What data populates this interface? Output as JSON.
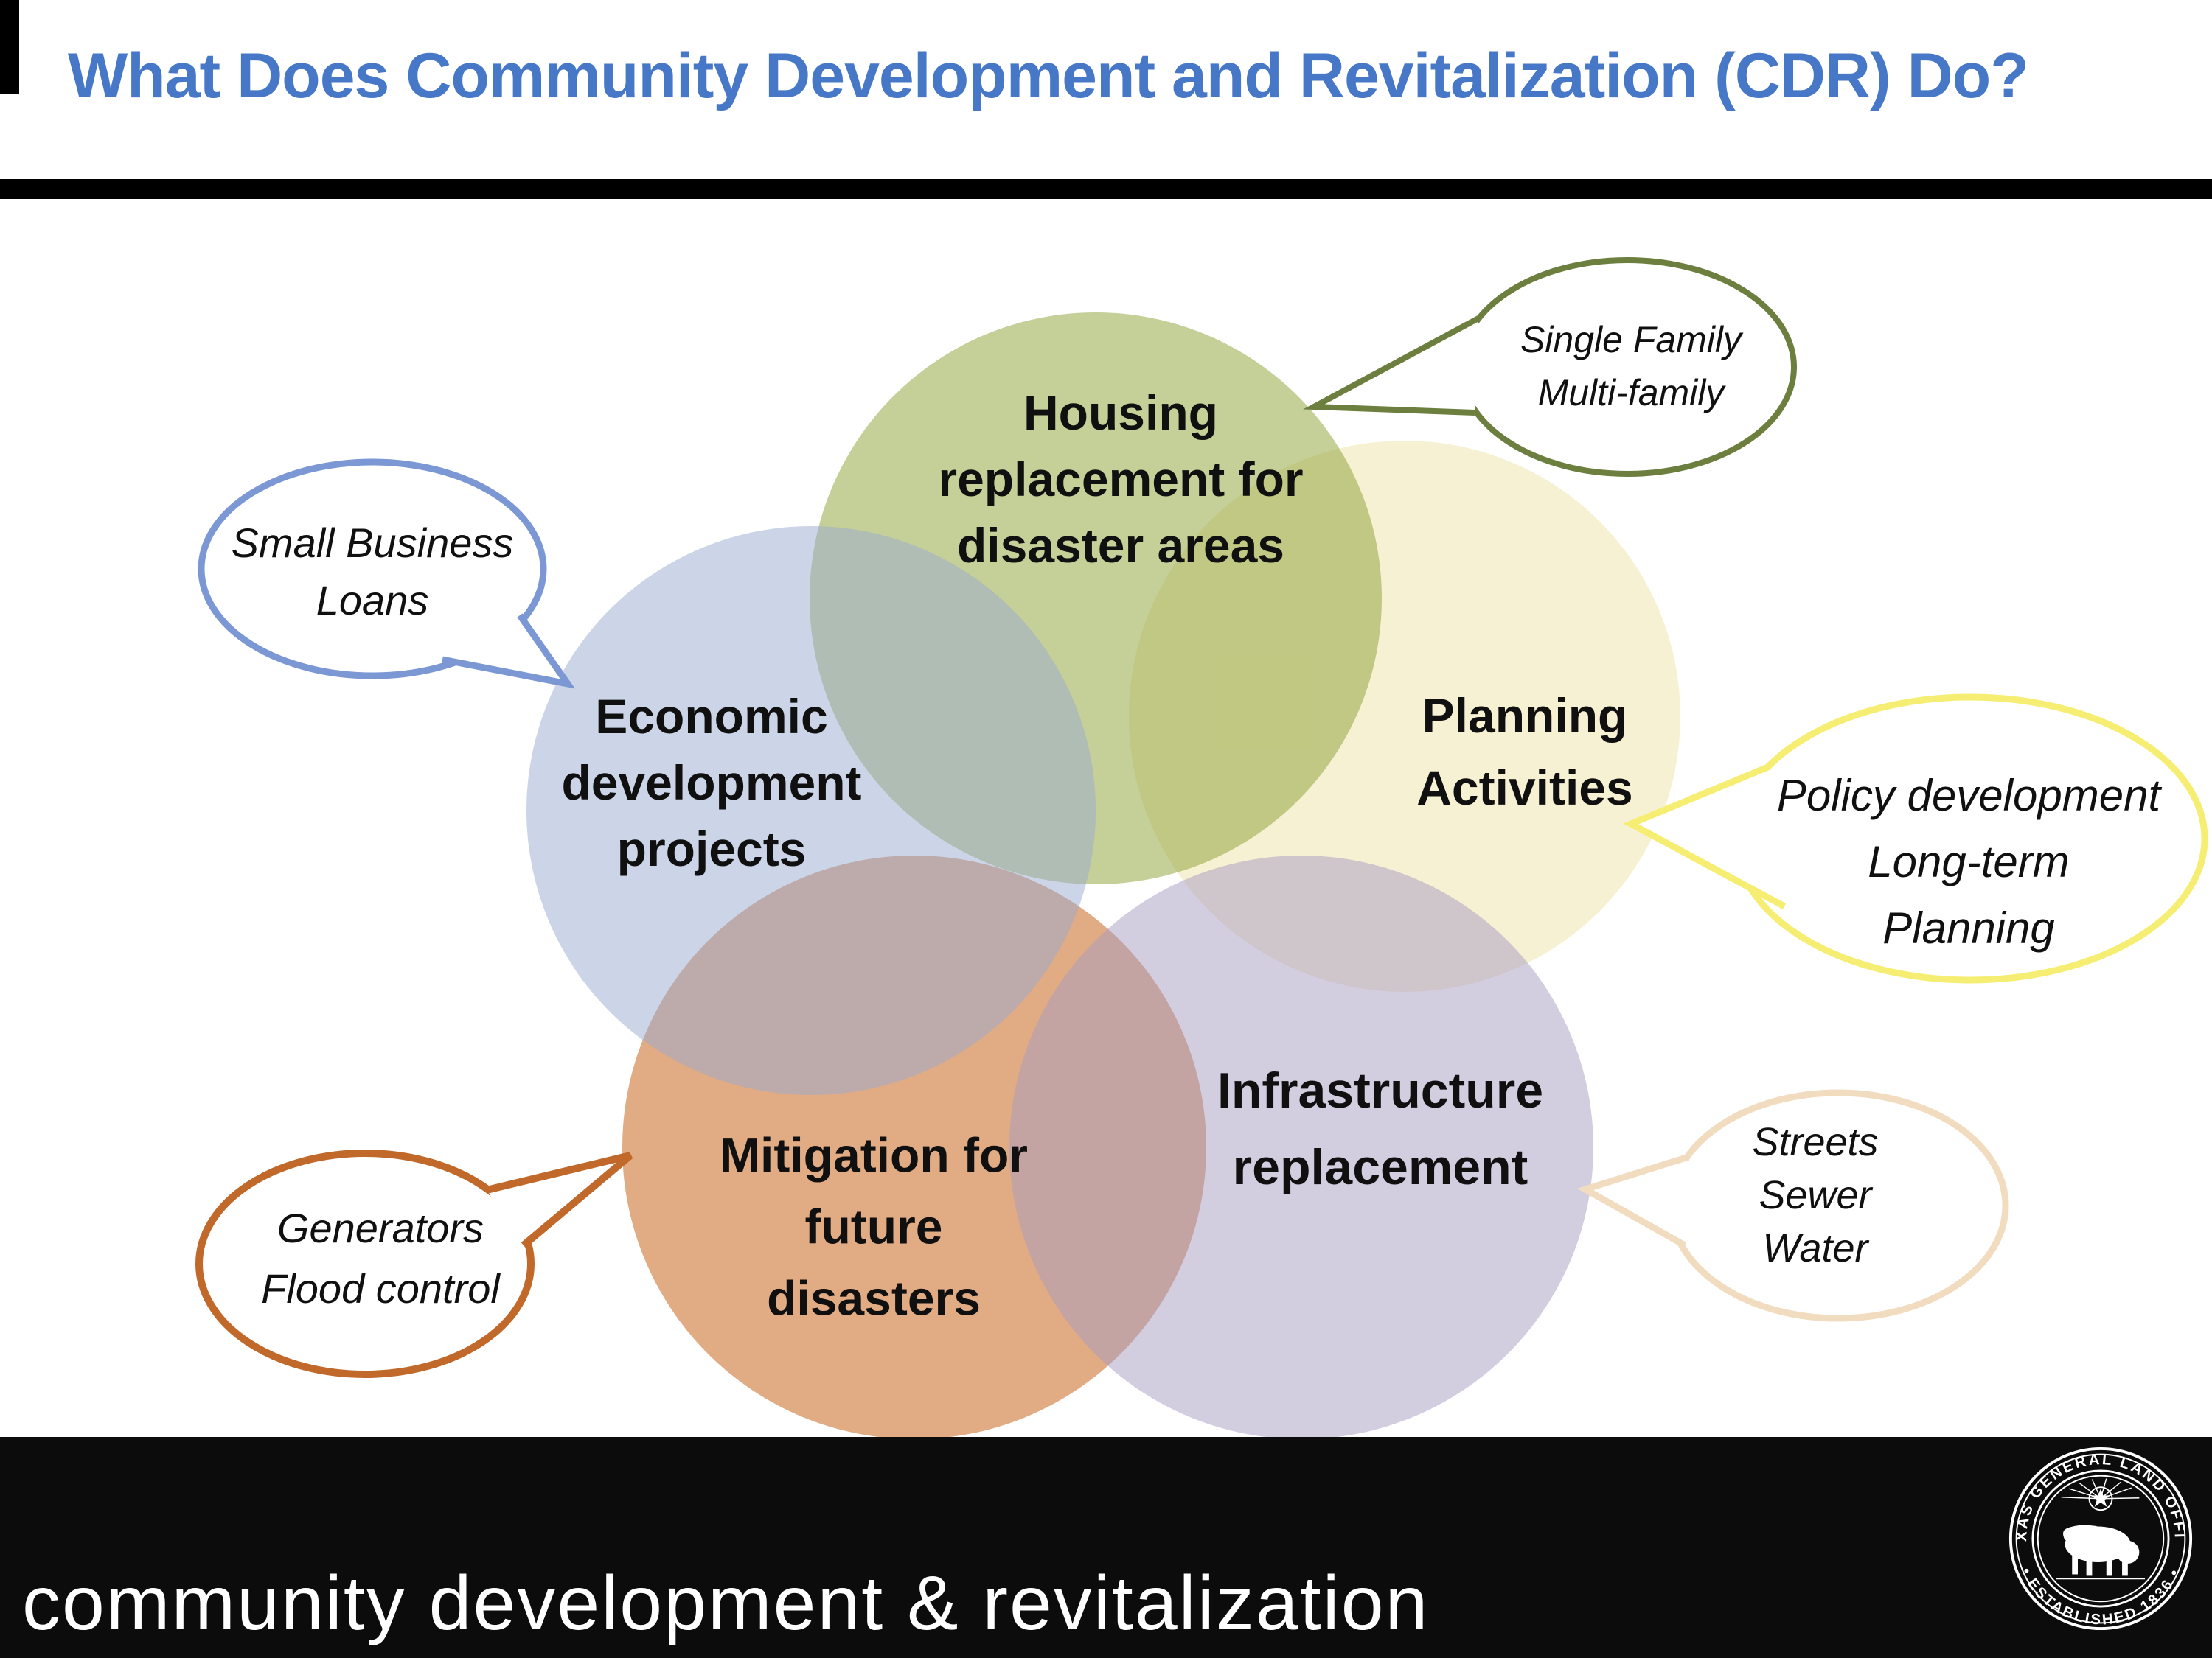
{
  "header": {
    "title": "What Does Community Development and Revitalization (CDR) Do?",
    "title_color": "#4777c7"
  },
  "diagram": {
    "circles": [
      {
        "name": "housing",
        "fill": "#c6d096",
        "lines": [
          "Housing",
          "replacement for",
          "disaster areas"
        ]
      },
      {
        "name": "economic",
        "fill": "#ccd5e8",
        "lines": [
          "Economic",
          "development",
          "projects"
        ]
      },
      {
        "name": "planning",
        "fill": "#f8f2d4",
        "lines": [
          "Planning",
          "Activities"
        ]
      },
      {
        "name": "mitigation",
        "fill": "#e1ab84",
        "lines": [
          "Mitigation for",
          "future",
          "disasters"
        ]
      },
      {
        "name": "infrastructure",
        "fill": "#d3cde0",
        "lines": [
          "Infrastructure",
          "replacement"
        ]
      }
    ],
    "callouts": [
      {
        "name": "housing-callout",
        "outline": "#6d7f3f",
        "lines": [
          "Single Family",
          "Multi-family"
        ]
      },
      {
        "name": "economic-callout",
        "outline": "#7b97d4",
        "lines": [
          "Small Business",
          "Loans"
        ]
      },
      {
        "name": "planning-callout",
        "outline": "#f5ee73",
        "lines": [
          "Policy development",
          "Long-term",
          "Planning"
        ]
      },
      {
        "name": "mitigation-callout",
        "outline": "#c0692a",
        "lines": [
          "Generators",
          "Flood control"
        ]
      },
      {
        "name": "infrastructure-callout",
        "outline": "#f2dcc0",
        "lines": [
          "Streets",
          "Sewer",
          "Water"
        ]
      }
    ]
  },
  "footer": {
    "label": "community development & revitalization",
    "bar_color": "#0c0c0c",
    "seal": {
      "arc_top": "TEXAS GENERAL LAND OFFICE",
      "arc_bottom": "• ESTABLISHED 1836 •"
    }
  }
}
